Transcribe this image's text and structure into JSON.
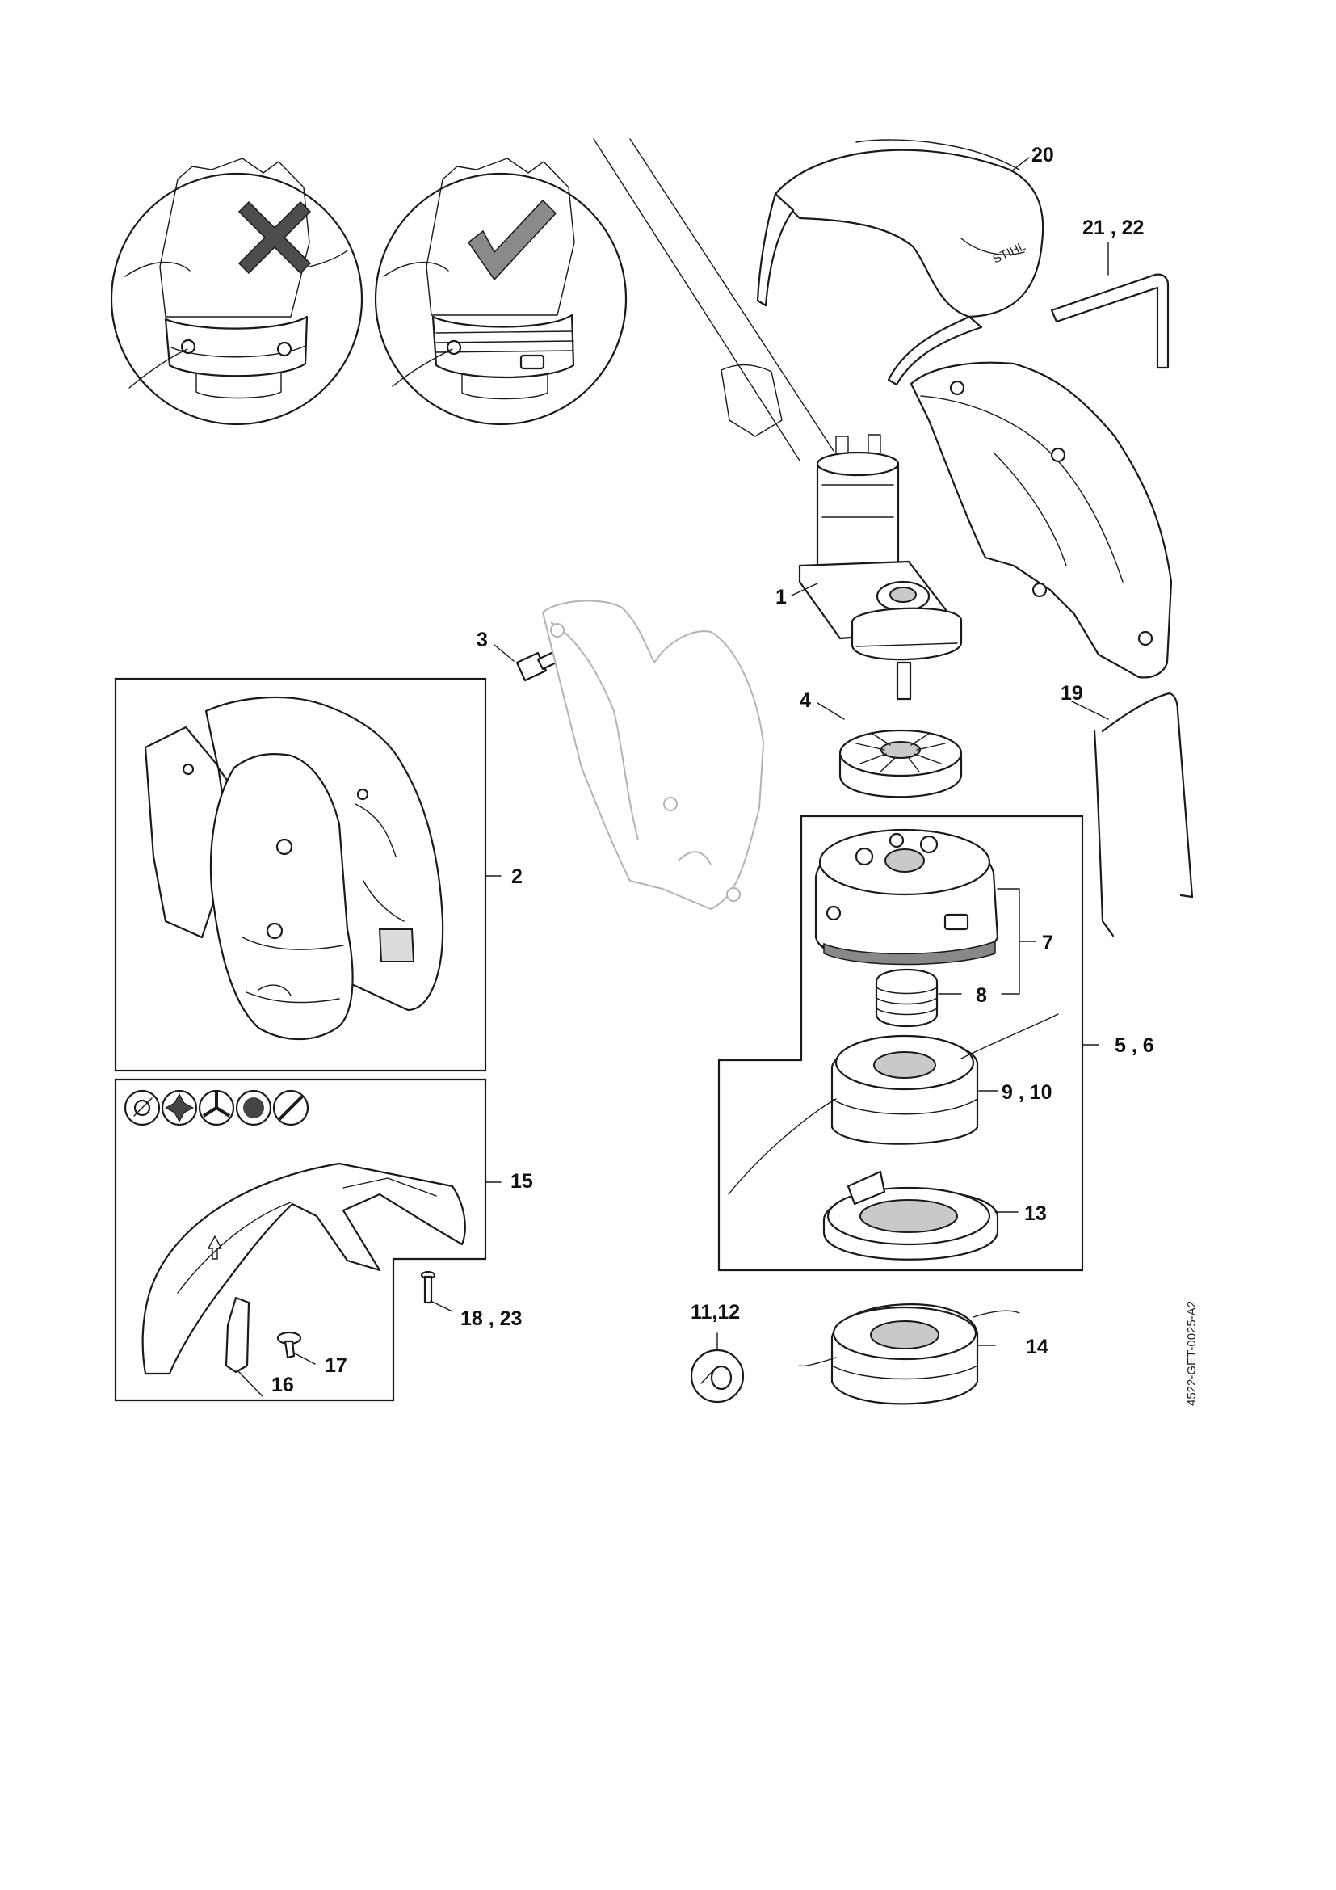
{
  "diagram": {
    "labels": {
      "p1": "1",
      "p2": "2",
      "p3": "3",
      "p4": "4",
      "p5_6": "5 , 6",
      "p7": "7",
      "p8": "8",
      "p9_10": "9 , 10",
      "p11_12": "11,12",
      "p13": "13",
      "p14": "14",
      "p15": "15",
      "p16": "16",
      "p17": "17",
      "p18_23": "18 , 23",
      "p19": "19",
      "p20": "20",
      "p21_22": "21 , 22"
    },
    "drawing_code": "4522-GET-0025-A2",
    "callouts": {
      "wrong": "cross-mark-icon",
      "right": "check-mark-icon"
    },
    "cutting_tool_symbols": [
      "line-head-symbol-icon",
      "blade-4-symbol-icon",
      "blade-3-symbol-icon",
      "saw-blade-symbol-icon",
      "knife-2-symbol-icon"
    ]
  }
}
